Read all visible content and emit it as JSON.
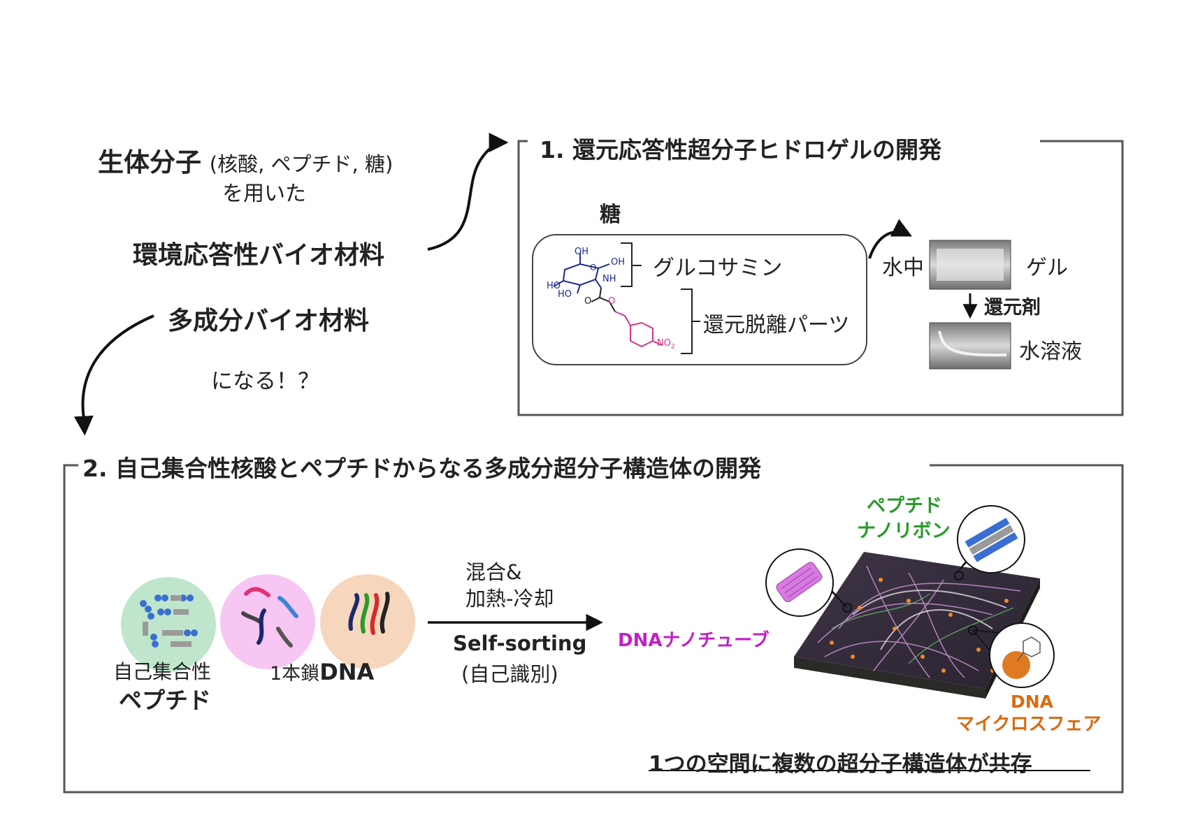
{
  "intro": {
    "line1_bold": "生体分子",
    "line1_rest": "(核酸, ペプチド, 糖)",
    "line2": "を用いた",
    "line3": "環境応答性バイオ材料",
    "line4": "多成分バイオ材料",
    "line5": "になる！？"
  },
  "section1": {
    "title": "1. 還元応答性超分子ヒドロゲルの開発",
    "sugar_label": "糖",
    "glucosamine": "グルコサミン",
    "release_part": "還元脱離パーツ",
    "in_water": "水中",
    "gel": "ゲル",
    "reducing_agent": "還元剤",
    "solution": "水溶液",
    "molecule_labels": {
      "oh_top": "OH",
      "oh_right": "OH",
      "nh": "NH",
      "ho1": "HO",
      "ho2": "HO",
      "o_ring": "O",
      "o_carbonyl": "O",
      "o_ester": "O",
      "no2": "NO",
      "no2_sub": "2"
    }
  },
  "section2": {
    "title": "2. 自己集合性核酸とペプチドからなる多成分超分子構造体の開発",
    "peptide_label_1": "自己集合性",
    "peptide_label_2": "ペプチド",
    "dna_label_1": "1本鎖",
    "dna_label_2": "DNA",
    "mix_1": "混合&",
    "mix_2": "加熱-冷却",
    "self_sorting": "Self-sorting",
    "self_sorting_jp": "(自己識別)",
    "nanotube": "DNAナノチューブ",
    "ribbon_1": "ペプチド",
    "ribbon_2": "ナノリボン",
    "sphere_1": "DNA",
    "sphere_2": "マイクロスフェア",
    "conclusion": "1つの空間に複数の超分子構造体が共存"
  },
  "colors": {
    "frame": "#555555",
    "molecule_blue": "#1b2a8f",
    "molecule_pink": "#d6338a",
    "nanotube_magenta": "#c21fc7",
    "ribbon_green": "#2a9a2a",
    "sphere_orange": "#d96a10",
    "peptide_circle": "#bfe6cc",
    "dna_circle_pink": "#f7c6f2",
    "dna_circle_peach": "#f6d6bd"
  }
}
